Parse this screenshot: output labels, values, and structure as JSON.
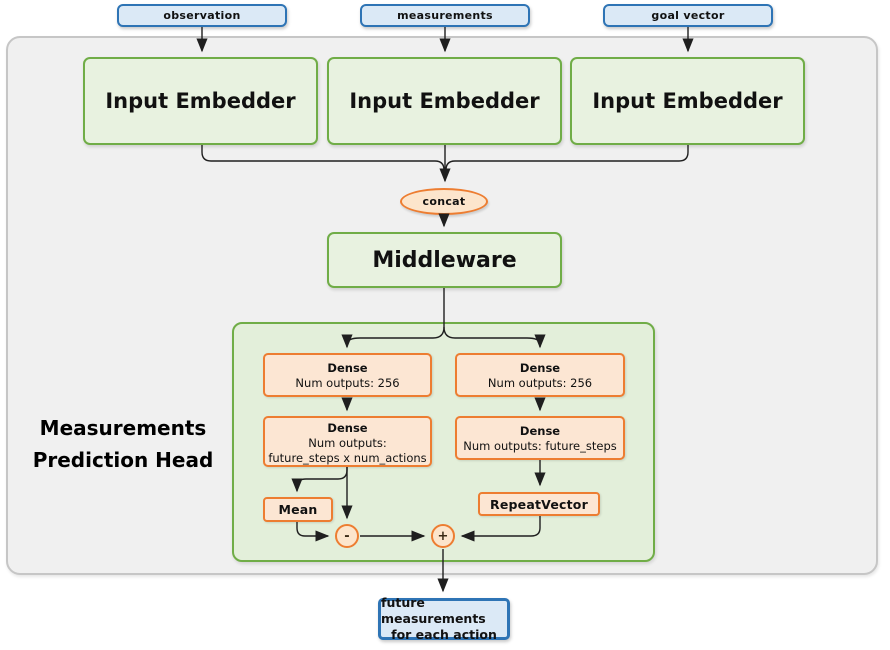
{
  "inputs": [
    {
      "label": "observation"
    },
    {
      "label": "measurements"
    },
    {
      "label": "goal vector"
    }
  ],
  "embedders": [
    {
      "label": "Input Embedder"
    },
    {
      "label": "Input Embedder"
    },
    {
      "label": "Input Embedder"
    }
  ],
  "concat": {
    "label": "concat"
  },
  "middleware": {
    "label": "Middleware"
  },
  "head": {
    "title": "Measurements Prediction Head",
    "left": {
      "dense1": {
        "line1": "Dense",
        "line2": "Num outputs: 256"
      },
      "dense2": {
        "line1": "Dense",
        "line2": "Num outputs:",
        "line3": "future_steps x num_actions"
      },
      "mean_label": "Mean",
      "op": "-"
    },
    "right": {
      "dense1": {
        "line1": "Dense",
        "line2": "Num outputs: 256"
      },
      "dense2": {
        "line1": "Dense",
        "line2": "Num outputs: future_steps"
      },
      "repeat_label": "RepeatVector",
      "op": "+"
    }
  },
  "output": {
    "line1": "future measurements",
    "line2": "for each action"
  },
  "colors": {
    "blue_border": "#2e74b5",
    "blue_fill": "#dbe9f6",
    "green_border": "#70ad47",
    "green_fill": "#e8f2e0",
    "head_fill": "#e3efda",
    "orange_border": "#ed7d31",
    "orange_fill": "#fce6d3",
    "gray_fill": "#f0f0f0",
    "gray_border": "#c6c6c6",
    "edge": "#1f1f1f"
  }
}
